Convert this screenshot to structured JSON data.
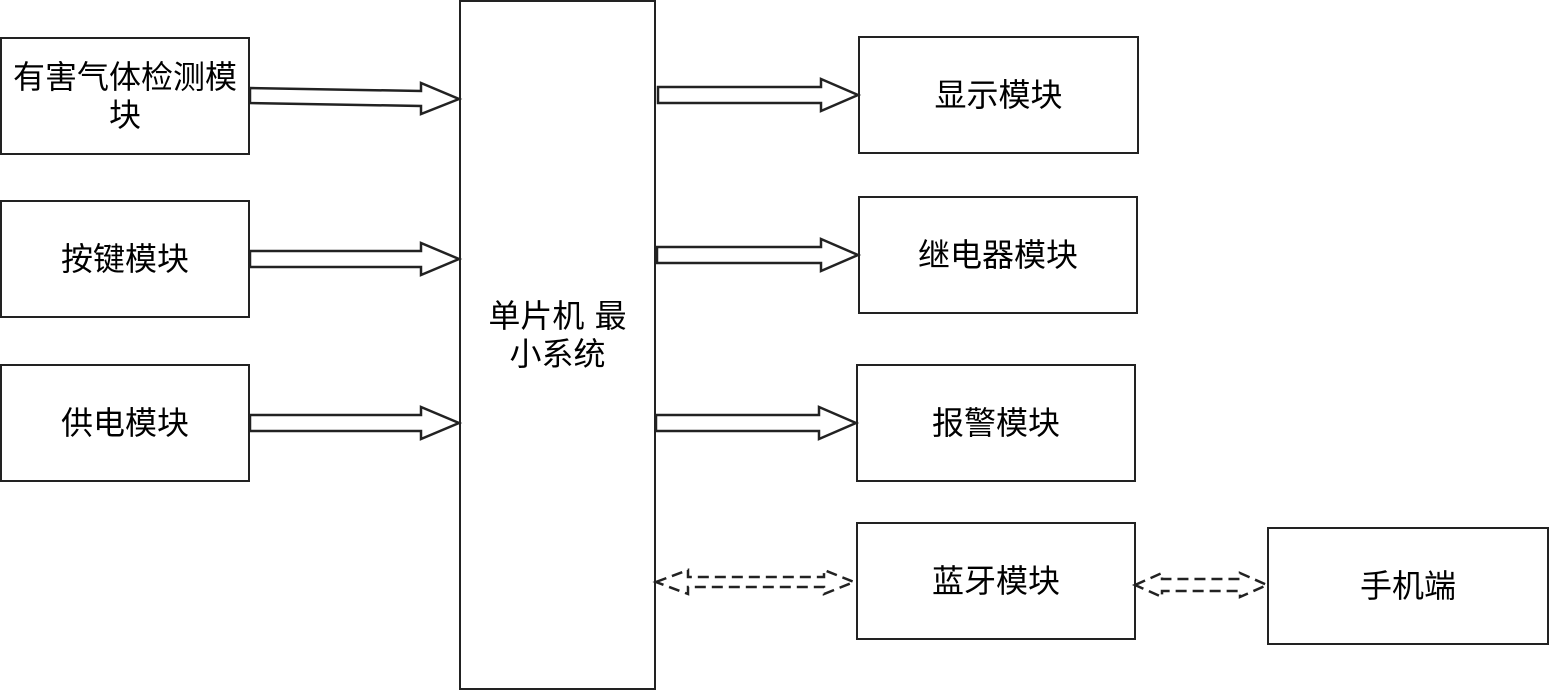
{
  "blocks": {
    "gas": "有害气体检测模块",
    "key": "按键模块",
    "power": "供电模块",
    "mcu": "单片机 最小系统",
    "display": "显示模块",
    "relay": "继电器模块",
    "alarm": "报警模块",
    "bluetooth": "蓝牙模块",
    "phone": "手机端"
  }
}
